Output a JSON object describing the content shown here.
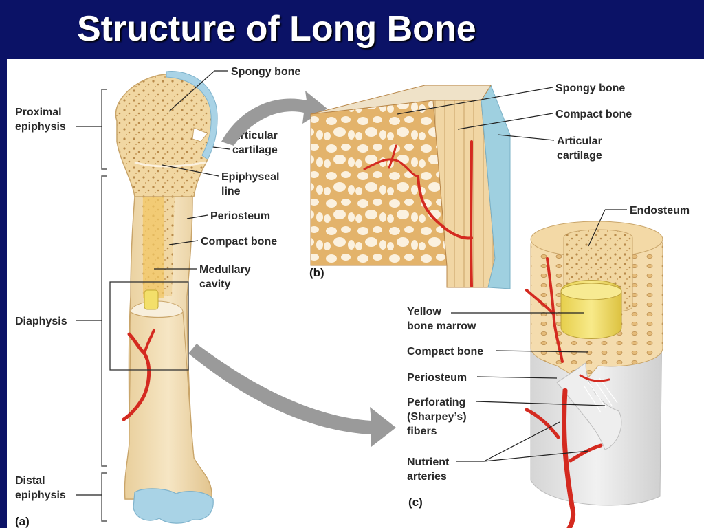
{
  "slide": {
    "title": "Structure of Long Bone"
  },
  "panels": {
    "a": "(a)",
    "b": "(b)",
    "c": "(c)"
  },
  "labels_a": {
    "spongy_bone": "Spongy bone",
    "proximal_epiphysis_1": "Proximal",
    "proximal_epiphysis_2": "epiphysis",
    "articular_cartilage_1": "Articular",
    "articular_cartilage_2": "cartilage",
    "epiphyseal_line_1": "Epiphyseal",
    "epiphyseal_line_2": "line",
    "periosteum": "Periosteum",
    "compact_bone": "Compact bone",
    "medullary_cavity_1": "Medullary",
    "medullary_cavity_2": "cavity",
    "diaphysis": "Diaphysis",
    "distal_epiphysis_1": "Distal",
    "distal_epiphysis_2": "epiphysis"
  },
  "labels_b": {
    "spongy_bone": "Spongy bone",
    "compact_bone": "Compact bone",
    "articular_cartilage_1": "Articular",
    "articular_cartilage_2": "cartilage"
  },
  "labels_c": {
    "endosteum": "Endosteum",
    "yellow_marrow_1": "Yellow",
    "yellow_marrow_2": "bone marrow",
    "compact_bone": "Compact bone",
    "periosteum": "Periosteum",
    "perforating_1": "Perforating",
    "perforating_2": "(Sharpey’s)",
    "perforating_3": "fibers",
    "nutrient_1": "Nutrient",
    "nutrient_2": "arteries"
  },
  "colors": {
    "background": "#0b1266",
    "bone": "#f0d9a8",
    "spongy": "#e9c27a",
    "cartilage": "#a9d3e6",
    "artery": "#d42a20",
    "marrow": "#f2df6a"
  }
}
